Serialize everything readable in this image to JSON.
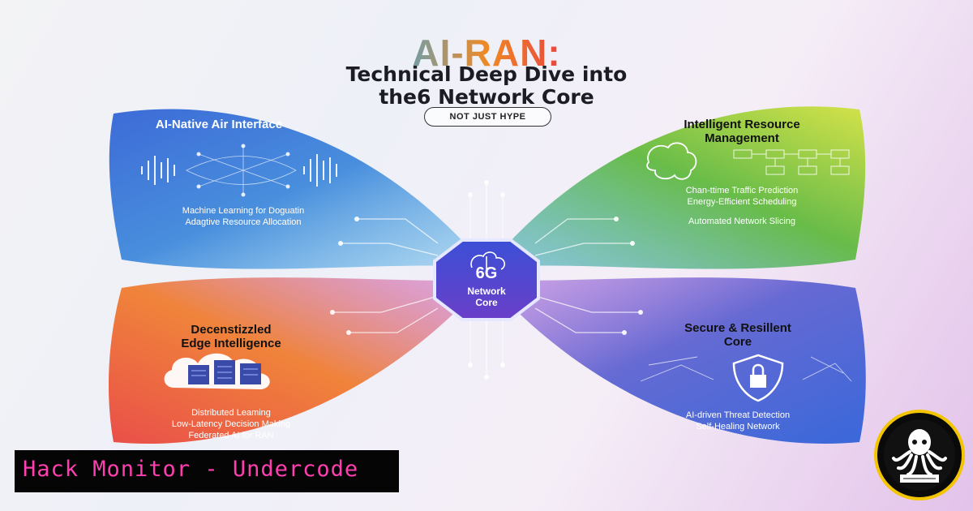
{
  "header": {
    "title": "AI-RAN:",
    "subtitle_line1": "Technical Deep Dive into",
    "subtitle_line2": "the6 Network Core",
    "tag": "NOT JUST HYPE"
  },
  "core": {
    "label_big": "6G",
    "label_line1": "Network",
    "label_line2": "Core"
  },
  "quadrants": {
    "top_left": {
      "title": "AI-Native Air Interface",
      "lines": [
        "Machine Learning for Doguatin",
        "Adagtive Resource Allocation"
      ]
    },
    "top_right": {
      "title_line1": "Intelligent Resource",
      "title_line2": "Management",
      "lines": [
        "Chan-ttime Traffic Prediction",
        "Energy-Efficient Scheduling",
        "Automated Network Slicing"
      ]
    },
    "bottom_left": {
      "title_line1": "Decenstizzled",
      "title_line2": "Edge Intelligence",
      "lines": [
        "Distributed Leaming",
        "Low-Latency Decision Making",
        "Federated AI for RAN"
      ]
    },
    "bottom_right": {
      "title_line1": "Secure & Resillent",
      "title_line2": "Core",
      "lines": [
        "AI-driven Threat Detection",
        "Self-Healing Network"
      ]
    }
  },
  "branding": {
    "name": "Hack Monitor - Undercode"
  },
  "colors": {
    "blue": "#2f6fd6",
    "green": "#5cb83a",
    "orange": "#f07a2a",
    "purple": "#6a4fd0",
    "brand_pink": "#ff3fb0"
  },
  "icons": [
    "brain-icon",
    "server-icon",
    "cloud-icon",
    "shield-lock-icon",
    "octopus-logo-icon"
  ]
}
